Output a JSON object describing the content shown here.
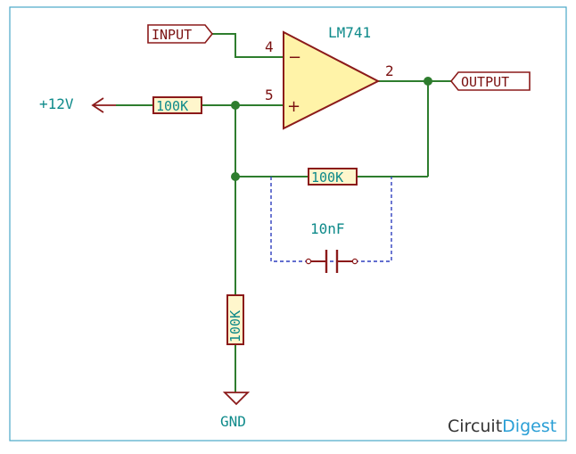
{
  "colors": {
    "wire": "#2e7d2e",
    "component": "#8b1a1a",
    "component_fill": "#fff6cc",
    "opamp_fill": "#fff3a8",
    "text": "#0e8a8a",
    "dashed": "#2f3fbf",
    "border": "#4aa8c8",
    "brand_dark": "#333333",
    "brand_accent": "#2a9fd6"
  },
  "schematic": {
    "input_label": "INPUT",
    "output_label": "OUTPUT",
    "opamp_name": "LM741",
    "pin_inverting": "4",
    "pin_noninverting": "5",
    "pin_output": "2",
    "sign_minus": "−",
    "sign_plus": "+",
    "supply_label": "+12V",
    "r_supply": "100K",
    "r_feedback": "100K",
    "r_ground": "100K",
    "cap_value": "10nF",
    "ground_label": "GND"
  },
  "brand": {
    "part1": "Circuit",
    "part2": "Digest"
  }
}
